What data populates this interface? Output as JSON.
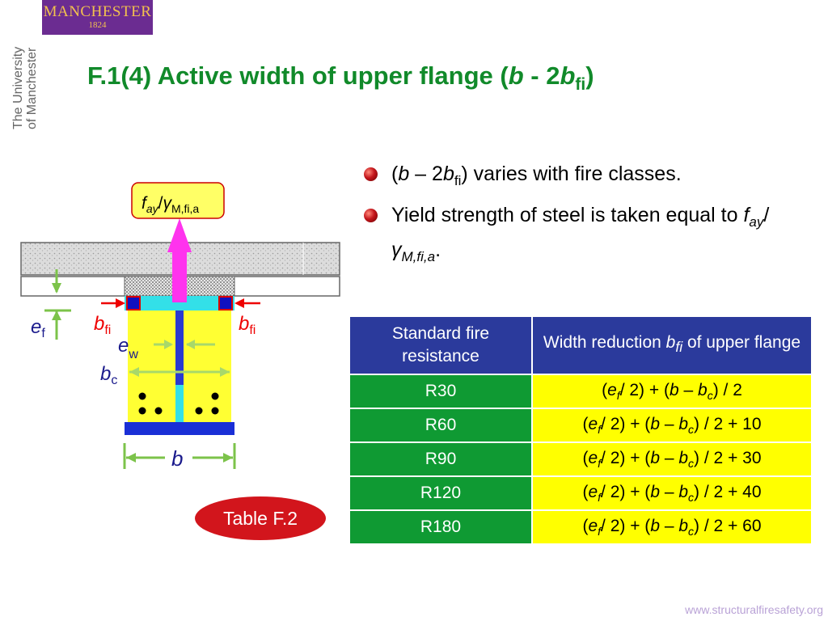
{
  "logo": {
    "name": "MANCHESTER",
    "year": "1824"
  },
  "university": {
    "line1": "The University",
    "line2": "of Manchester"
  },
  "title": {
    "main": "F.1(4) Active width of upper flange (",
    "b": "b",
    "mid": " - 2",
    "b2": "b",
    "sub": "fi",
    "close": ")"
  },
  "bullets": [
    {
      "open": "(",
      "b": "b",
      "dash": " – 2",
      "b2": "b",
      "sub": "fi",
      "rest": ") varies with fire classes."
    },
    {
      "text": "Yield strength of steel is taken equal to ",
      "f": "f",
      "fsub": "ay",
      "slash": "/",
      "gamma": "γ",
      "gsub": "M,fi,a",
      "end": "."
    }
  ],
  "diagram": {
    "force_f": "f",
    "force_fsub": "ay",
    "force_slash": "/",
    "force_gamma": "γ",
    "force_gsub": "M,fi,a",
    "ef": "e",
    "ef_sub": "f",
    "bfi": "b",
    "bfi_sub": "fi",
    "ew": "e",
    "ew_sub": "w",
    "bc": "b",
    "bc_sub": "c",
    "b": "b"
  },
  "table": {
    "headers": [
      "Standard fire resistance",
      "Width reduction "
    ],
    "header2_b": "b",
    "header2_sub": "fi",
    "header2_rest": " of upper flange",
    "rows": [
      {
        "res": "R30",
        "add": ""
      },
      {
        "res": "R60",
        "add": " + 10"
      },
      {
        "res": "R90",
        "add": " + 30"
      },
      {
        "res": "R120",
        "add": " + 40"
      },
      {
        "res": "R180",
        "add": " + 60"
      }
    ],
    "formula": {
      "open": "(",
      "e": "e",
      "esub": "f",
      "mid": "/ 2) + (",
      "b": "b",
      "dash": " – ",
      "bc": "b",
      "bcsub": "c",
      "end": ") / 2"
    }
  },
  "badge": "Table F.2",
  "footer": "www.structuralfiresafety.org",
  "colors": {
    "title": "#118a2a",
    "header": "#2b3a9c",
    "resistance": "#0f9a33",
    "formula": "#ffff00",
    "badge": "#d2151c",
    "logo": "#6b2c91"
  }
}
